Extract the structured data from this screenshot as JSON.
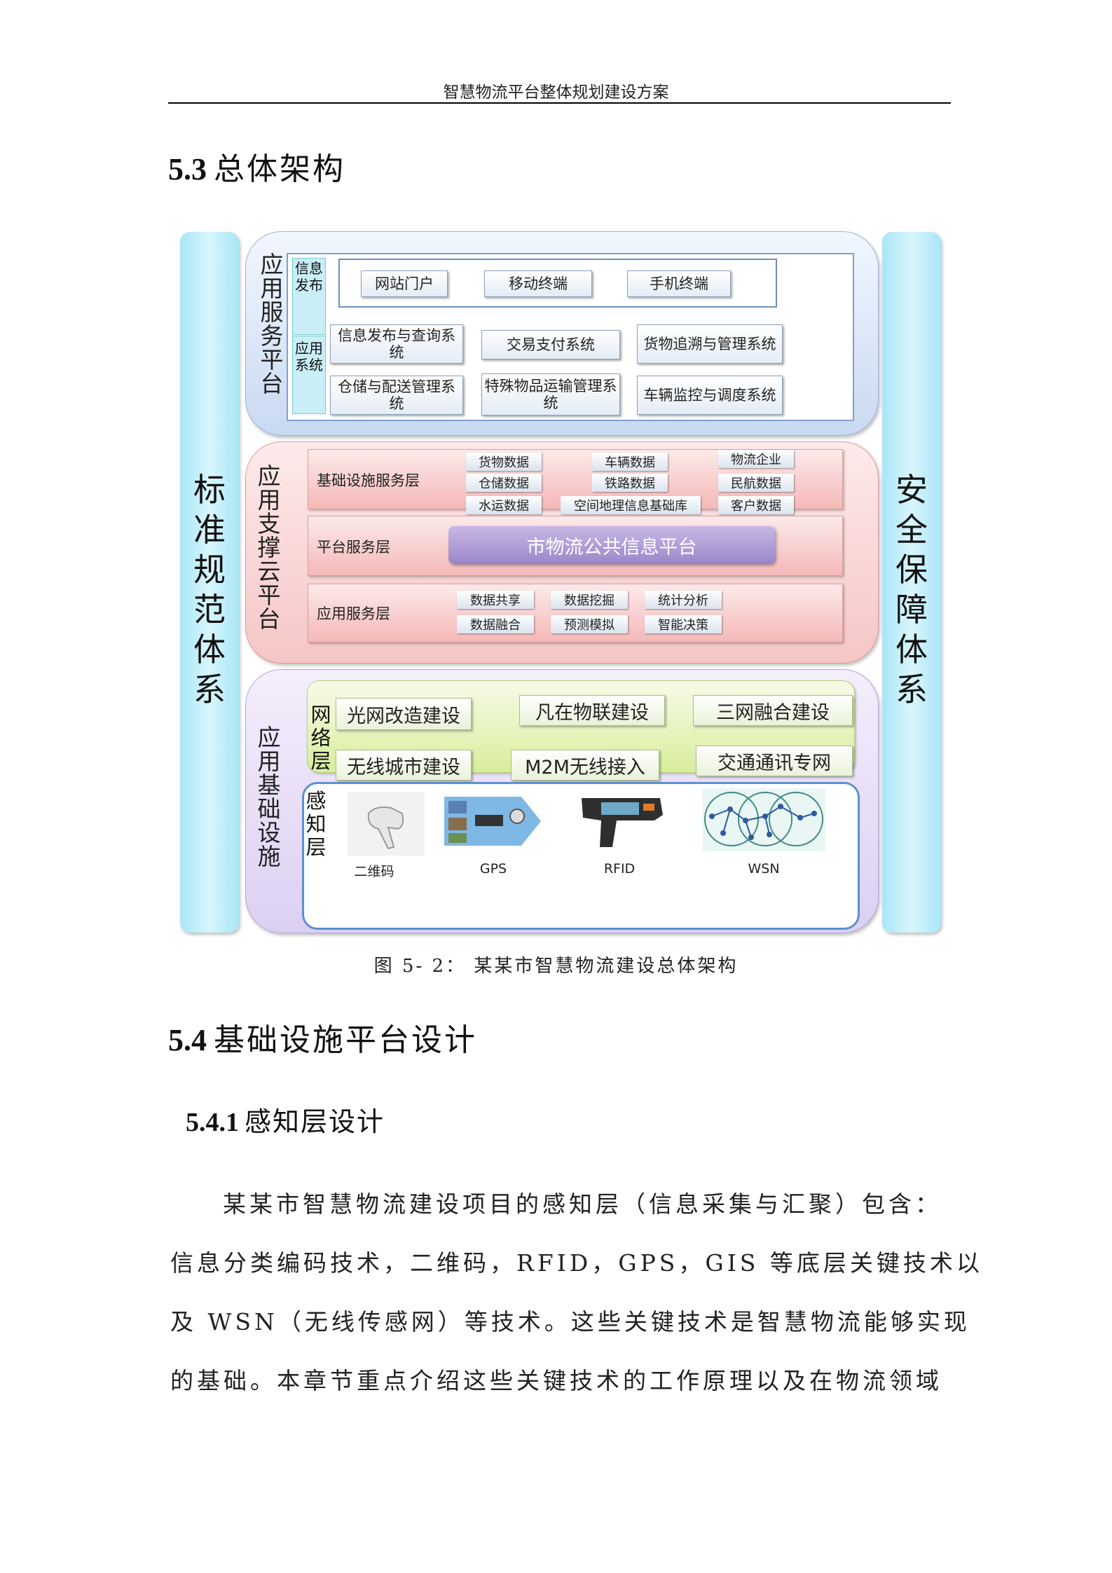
{
  "header": {
    "title": "智慧物流平台整体规划建设方案"
  },
  "section_5_3": {
    "number": "5.3",
    "title": "总体架构"
  },
  "diagram": {
    "left_column": "标准规范体系",
    "right_column": "安全保障体系",
    "app_service_platform": {
      "label": "应用服务平台",
      "info_publish_label": "信息发布",
      "app_system_label": "应用系统",
      "portals": [
        "网站门户",
        "移动终端",
        "手机终端"
      ],
      "systems_row1": [
        "信息发布与查询系统",
        "交易支付系统",
        "货物追溯与管理系统"
      ],
      "systems_row2": [
        "仓储与配送管理系统",
        "特殊物品运输管理系统",
        "车辆监控与调度系统"
      ]
    },
    "support_cloud": {
      "label": "应用支撑云平台",
      "infra_layer": {
        "name": "基础设施服务层",
        "tags": [
          "货物数据",
          "车辆数据",
          "物流企业",
          "仓储数据",
          "铁路数据",
          "民航数据",
          "水运数据",
          "空间地理信息基础库",
          "客户数据"
        ]
      },
      "platform_layer": {
        "name": "平台服务层",
        "platform": "市物流公共信息平台"
      },
      "app_layer": {
        "name": "应用服务层",
        "tags": [
          "数据共享",
          "数据挖掘",
          "统计分析",
          "数据融合",
          "预测模拟",
          "智能决策"
        ]
      }
    },
    "infrastructure": {
      "label": "应用基础设施",
      "network_label": "网络层",
      "network_items": [
        "光网改造建设",
        "凡在物联建设",
        "三网融合建设",
        "无线城市建设",
        "M2M无线接入",
        "交通通讯专网"
      ],
      "sensing_label": "感知层",
      "sensing_items": [
        "二维码",
        "GPS",
        "RFID",
        "WSN"
      ]
    }
  },
  "figure_caption": "图 5- 2：  某某市智慧物流建设总体架构",
  "section_5_4": {
    "number": "5.4",
    "title": "基础设施平台设计"
  },
  "section_5_4_1": {
    "number": "5.4.1",
    "title": "感知层设计"
  },
  "paragraph_lines": [
    "某某市智慧物流建设项目的感知层（信息采集与汇聚）包含：",
    "信息分类编码技术，二维码，RFID，GPS，GIS 等底层关键技术以",
    "及 WSN（无线传感网）等技术。这些关键技术是智慧物流能够实现",
    "的基础。本章节重点介绍这些关键技术的工作原理以及在物流领域"
  ]
}
